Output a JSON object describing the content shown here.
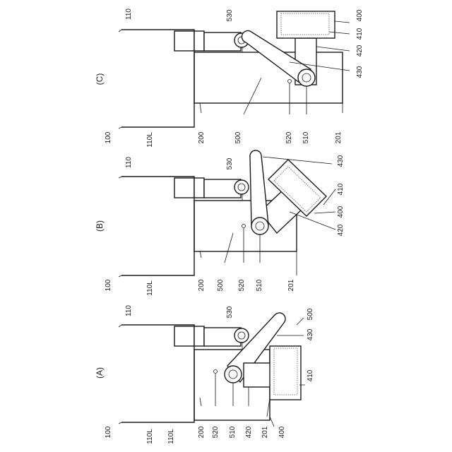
{
  "panels": {
    "a": {
      "caption": "(A)",
      "labels": {
        "l100": "100",
        "l110": "110",
        "l110L_1": "110L",
        "l110L_2": "110L",
        "l200": "200",
        "l201": "201",
        "l400": "400",
        "l410": "410",
        "l420": "420",
        "l430": "430",
        "l500": "500",
        "l510": "510",
        "l520": "520",
        "l530": "530"
      }
    },
    "b": {
      "caption": "(B)",
      "labels": {
        "l100": "100",
        "l110": "110",
        "l110L": "110L",
        "l200": "200",
        "l201": "201",
        "l400": "400",
        "l410": "410",
        "l420": "420",
        "l430": "430",
        "l500": "500",
        "l510": "510",
        "l520": "520",
        "l530": "530"
      }
    },
    "c": {
      "caption": "(C)",
      "labels": {
        "l100": "100",
        "l110": "110",
        "l110L": "110L",
        "l200": "200",
        "l201": "201",
        "l400": "400",
        "l410": "410",
        "l420": "420",
        "l430": "430",
        "l500": "500",
        "l510": "510",
        "l520": "520",
        "l530": "530"
      }
    }
  }
}
